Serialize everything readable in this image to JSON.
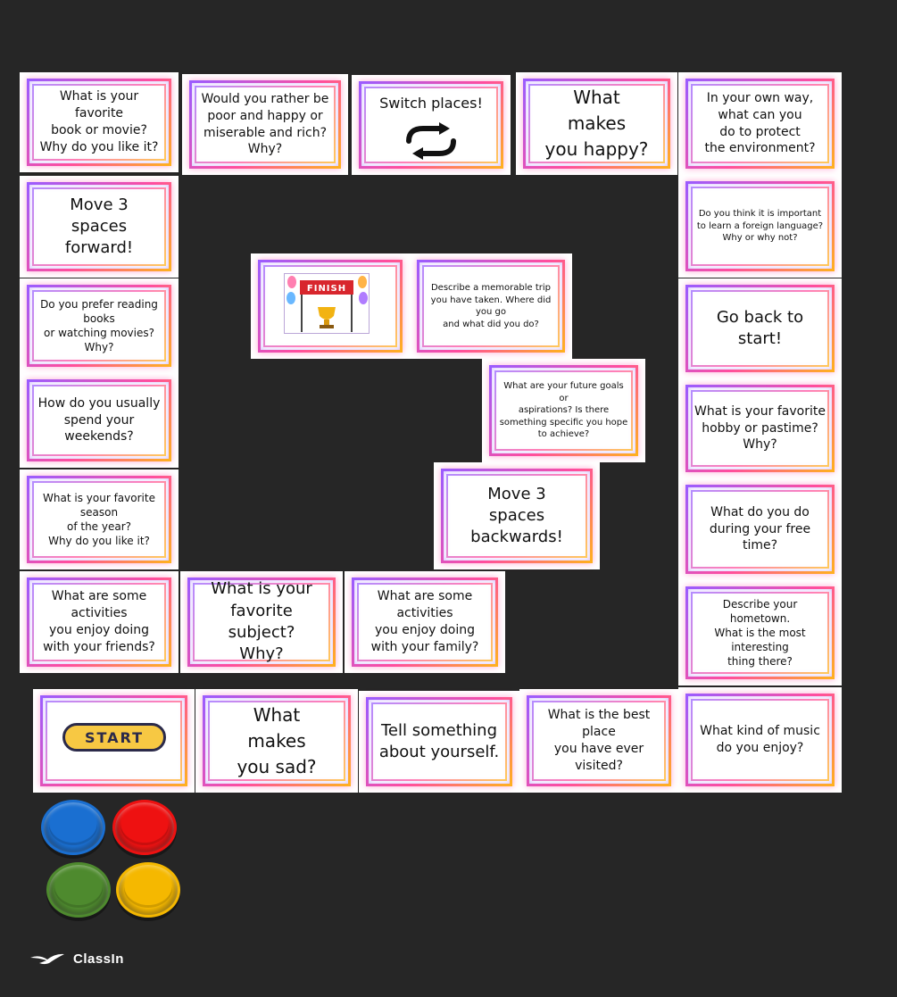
{
  "board": {
    "tiles": {
      "t_fav_book": "What is your favorite\nbook or movie?\nWhy do you like it?",
      "t_rather": "Would you rather be\npoor and happy or\nmiserable and rich?\nWhy?",
      "t_switch": "Switch places!",
      "t_happy": "What\nmakes\nyou happy?",
      "t_environment": "In your own way,\nwhat can you\ndo to protect\nthe environment?",
      "t_move3fwd": "Move 3\nspaces\nforward!",
      "t_language": "Do you think it is important\nto learn a foreign language?\nWhy or why not?",
      "t_trip": "Describe a memorable trip\nyou have taken. Where did you go\nand what did you do?",
      "t_books_movies": "Do you prefer reading books\nor watching movies?\nWhy?",
      "t_goback": "Go back to\nstart!",
      "t_goals": "What are your future goals or\naspirations? Is there\nsomething specific you hope\nto achieve?",
      "t_weekends": "How do you usually\nspend your\nweekends?",
      "t_hobby": "What is your favorite\nhobby or pastime?\nWhy?",
      "t_season": "What is your favorite season\nof the year?\nWhy do you like it?",
      "t_move3back": "Move 3\nspaces\nbackwards!",
      "t_freetime": "What do you do\nduring your free time?",
      "t_friends": "What are some activities\nyou enjoy doing\nwith your friends?",
      "t_subject": "What is your\nfavorite subject?\nWhy?",
      "t_family": "What are some activities\nyou enjoy doing\nwith your family?",
      "t_hometown": "Describe your hometown.\nWhat is the most interesting\nthing there?",
      "t_sad": "What\nmakes\nyou sad?",
      "t_yourself": "Tell something\nabout yourself.",
      "t_best_place": "What is the best place\nyou have ever visited?",
      "t_music": "What kind of music\ndo you enjoy?"
    },
    "start_label": "START",
    "finish_label": "FINISH"
  },
  "tokens": [
    {
      "name": "blue",
      "color": "#1a6fd1"
    },
    {
      "name": "red",
      "color": "#ee1111"
    },
    {
      "name": "green",
      "color": "#4e8a2e"
    },
    {
      "name": "yellow",
      "color": "#f5b800"
    }
  ],
  "brand": {
    "name": "ClassIn"
  },
  "colors": {
    "background": "#262626",
    "start_pill": "#f7c843"
  }
}
